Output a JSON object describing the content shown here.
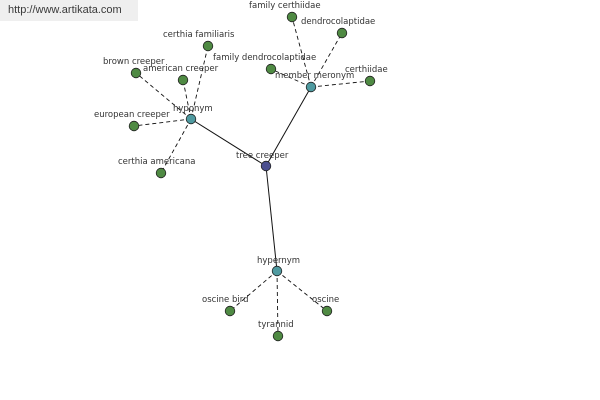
{
  "banner": {
    "url": "http://www.artikata.com"
  },
  "colors": {
    "center": "#4b4f8f",
    "relation": "#4f9aa0",
    "leaf": "#4f8a43",
    "edge": "#111111",
    "label": "#333333"
  },
  "graph": {
    "nodes": [
      {
        "id": "tree-creeper",
        "label": "tree creeper",
        "kind": "center"
      },
      {
        "id": "hyponym-1",
        "label": "hyponym",
        "kind": "relation"
      },
      {
        "id": "member-meronym",
        "label": "member meronym",
        "kind": "relation"
      },
      {
        "id": "hypernym",
        "label": "hypernym",
        "kind": "relation"
      },
      {
        "id": "certhia-familiaris",
        "label": "certhia familiaris",
        "kind": "leaf"
      },
      {
        "id": "brown-creeper",
        "label": "brown creeper",
        "kind": "leaf"
      },
      {
        "id": "american-creeper",
        "label": "american creeper",
        "kind": "leaf"
      },
      {
        "id": "european-creeper",
        "label": "european creeper",
        "kind": "leaf"
      },
      {
        "id": "certhia-americana",
        "label": "certhia americana",
        "kind": "leaf"
      },
      {
        "id": "family-certhiidae",
        "label": "family certhiidae",
        "kind": "leaf"
      },
      {
        "id": "dendrocolaptidae",
        "label": "dendrocolaptidae",
        "kind": "leaf"
      },
      {
        "id": "family-dendrocolaptidae",
        "label": "family dendrocolaptidae",
        "kind": "leaf"
      },
      {
        "id": "certhiidae",
        "label": "certhiidae",
        "kind": "leaf"
      },
      {
        "id": "oscine-bird",
        "label": "oscine bird",
        "kind": "leaf"
      },
      {
        "id": "oscine",
        "label": "oscine",
        "kind": "leaf"
      },
      {
        "id": "tyrannid",
        "label": "tyrannid",
        "kind": "leaf"
      }
    ],
    "edges": [
      {
        "from": "tree-creeper",
        "to": "hyponym-1",
        "style": "solid"
      },
      {
        "from": "tree-creeper",
        "to": "member-meronym",
        "style": "solid"
      },
      {
        "from": "tree-creeper",
        "to": "hypernym",
        "style": "solid"
      },
      {
        "from": "hyponym-1",
        "to": "certhia-familiaris",
        "style": "dashed"
      },
      {
        "from": "hyponym-1",
        "to": "brown-creeper",
        "style": "dashed"
      },
      {
        "from": "hyponym-1",
        "to": "american-creeper",
        "style": "dashed"
      },
      {
        "from": "hyponym-1",
        "to": "european-creeper",
        "style": "dashed"
      },
      {
        "from": "hyponym-1",
        "to": "certhia-americana",
        "style": "dashed"
      },
      {
        "from": "member-meronym",
        "to": "family-certhiidae",
        "style": "dashed"
      },
      {
        "from": "member-meronym",
        "to": "dendrocolaptidae",
        "style": "dashed"
      },
      {
        "from": "member-meronym",
        "to": "family-dendrocolaptidae",
        "style": "dashed"
      },
      {
        "from": "member-meronym",
        "to": "certhiidae",
        "style": "dashed"
      },
      {
        "from": "hypernym",
        "to": "oscine-bird",
        "style": "dashed"
      },
      {
        "from": "hypernym",
        "to": "oscine",
        "style": "dashed"
      },
      {
        "from": "hypernym",
        "to": "tyrannid",
        "style": "dashed"
      }
    ]
  }
}
